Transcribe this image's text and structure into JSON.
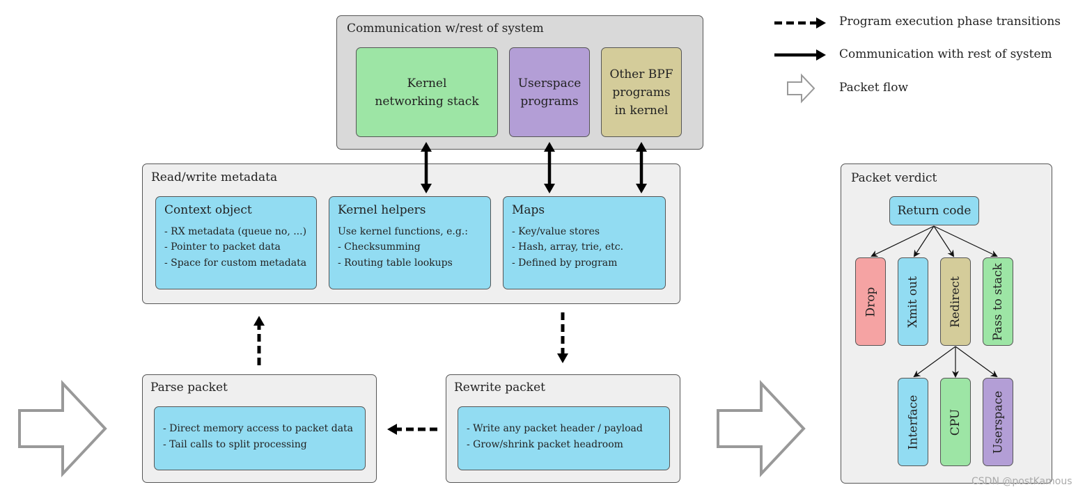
{
  "legend": [
    {
      "label": "Program execution phase transitions",
      "style": "dashed-arrow"
    },
    {
      "label": "Communication with rest of system",
      "style": "solid-double-arrow"
    },
    {
      "label": "Packet flow",
      "style": "hollow-arrow"
    }
  ],
  "comm": {
    "title": "Communication w/rest of system",
    "kernel": "Kernel networking stack",
    "userspace": "Userspace programs",
    "otherbpf": "Other BPF programs in kernel"
  },
  "metadata": {
    "title": "Read/write metadata",
    "context": {
      "title": "Context object",
      "lines": [
        "- RX metadata (queue no, ...)",
        "- Pointer to packet data",
        "- Space for custom metadata"
      ]
    },
    "helpers": {
      "title": "Kernel helpers",
      "lines": [
        "Use kernel functions, e.g.:",
        "- Checksumming",
        "- Routing table lookups"
      ]
    },
    "maps": {
      "title": "Maps",
      "lines": [
        "- Key/value stores",
        "- Hash, array, trie, etc.",
        "- Defined by program"
      ]
    }
  },
  "parse": {
    "title": "Parse packet",
    "lines": [
      "- Direct memory access to packet data",
      "- Tail calls to split processing"
    ]
  },
  "rewrite": {
    "title": "Rewrite packet",
    "lines": [
      "- Write any packet header / payload",
      "- Grow/shrink packet headroom"
    ]
  },
  "verdict": {
    "title": "Packet verdict",
    "return_code": "Return code",
    "actions": [
      "Drop",
      "Xmit out",
      "Redirect",
      "Pass to stack"
    ],
    "redirect_targets": [
      "Interface",
      "CPU",
      "Userspace"
    ]
  },
  "colors": {
    "blue": "#92dcf2",
    "green": "#9de5a5",
    "purple": "#b39ed6",
    "tan": "#d4cc9a",
    "red": "#f5a3a3",
    "group": "#efefef",
    "comm_group": "#d9d9d9"
  },
  "watermark": "CSDN @postKamous"
}
